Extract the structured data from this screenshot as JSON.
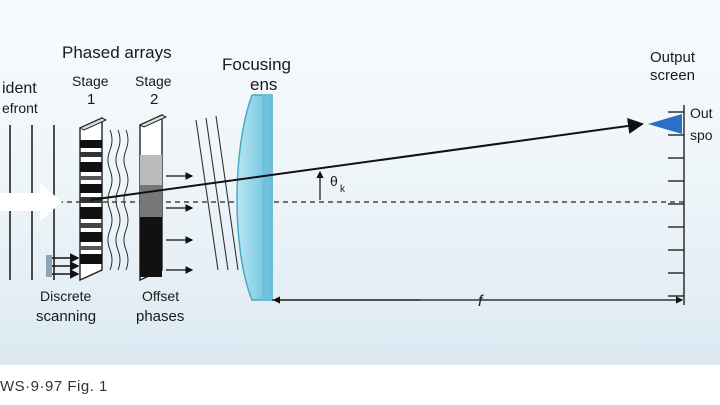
{
  "labels": {
    "incident_line1": "ident",
    "incident_line2": "efront",
    "phased_arrays": "Phased arrays",
    "stage1_line1": "Stage",
    "stage1_line2": "1",
    "stage2_line1": "Stage",
    "stage2_line2": "2",
    "focusing_line1": "Focusing",
    "focusing_line2": "ens",
    "output_line1": "Output",
    "output_line2": "screen",
    "spot_line1": "Out",
    "spot_line2": "spo",
    "discrete_line1": "Discrete",
    "discrete_line2": "scanning",
    "offset_line1": "Offset",
    "offset_line2": "phases",
    "theta": "θ",
    "theta_sub": "k",
    "focal": "f"
  },
  "caption": "WS·9·97 Fig. 1",
  "colors": {
    "background": "#eef5f9",
    "lens": "#8fd3e8",
    "lens_edge": "#4aa9c6",
    "arrow": "#ffffff",
    "spot": "#2a6fc9"
  }
}
